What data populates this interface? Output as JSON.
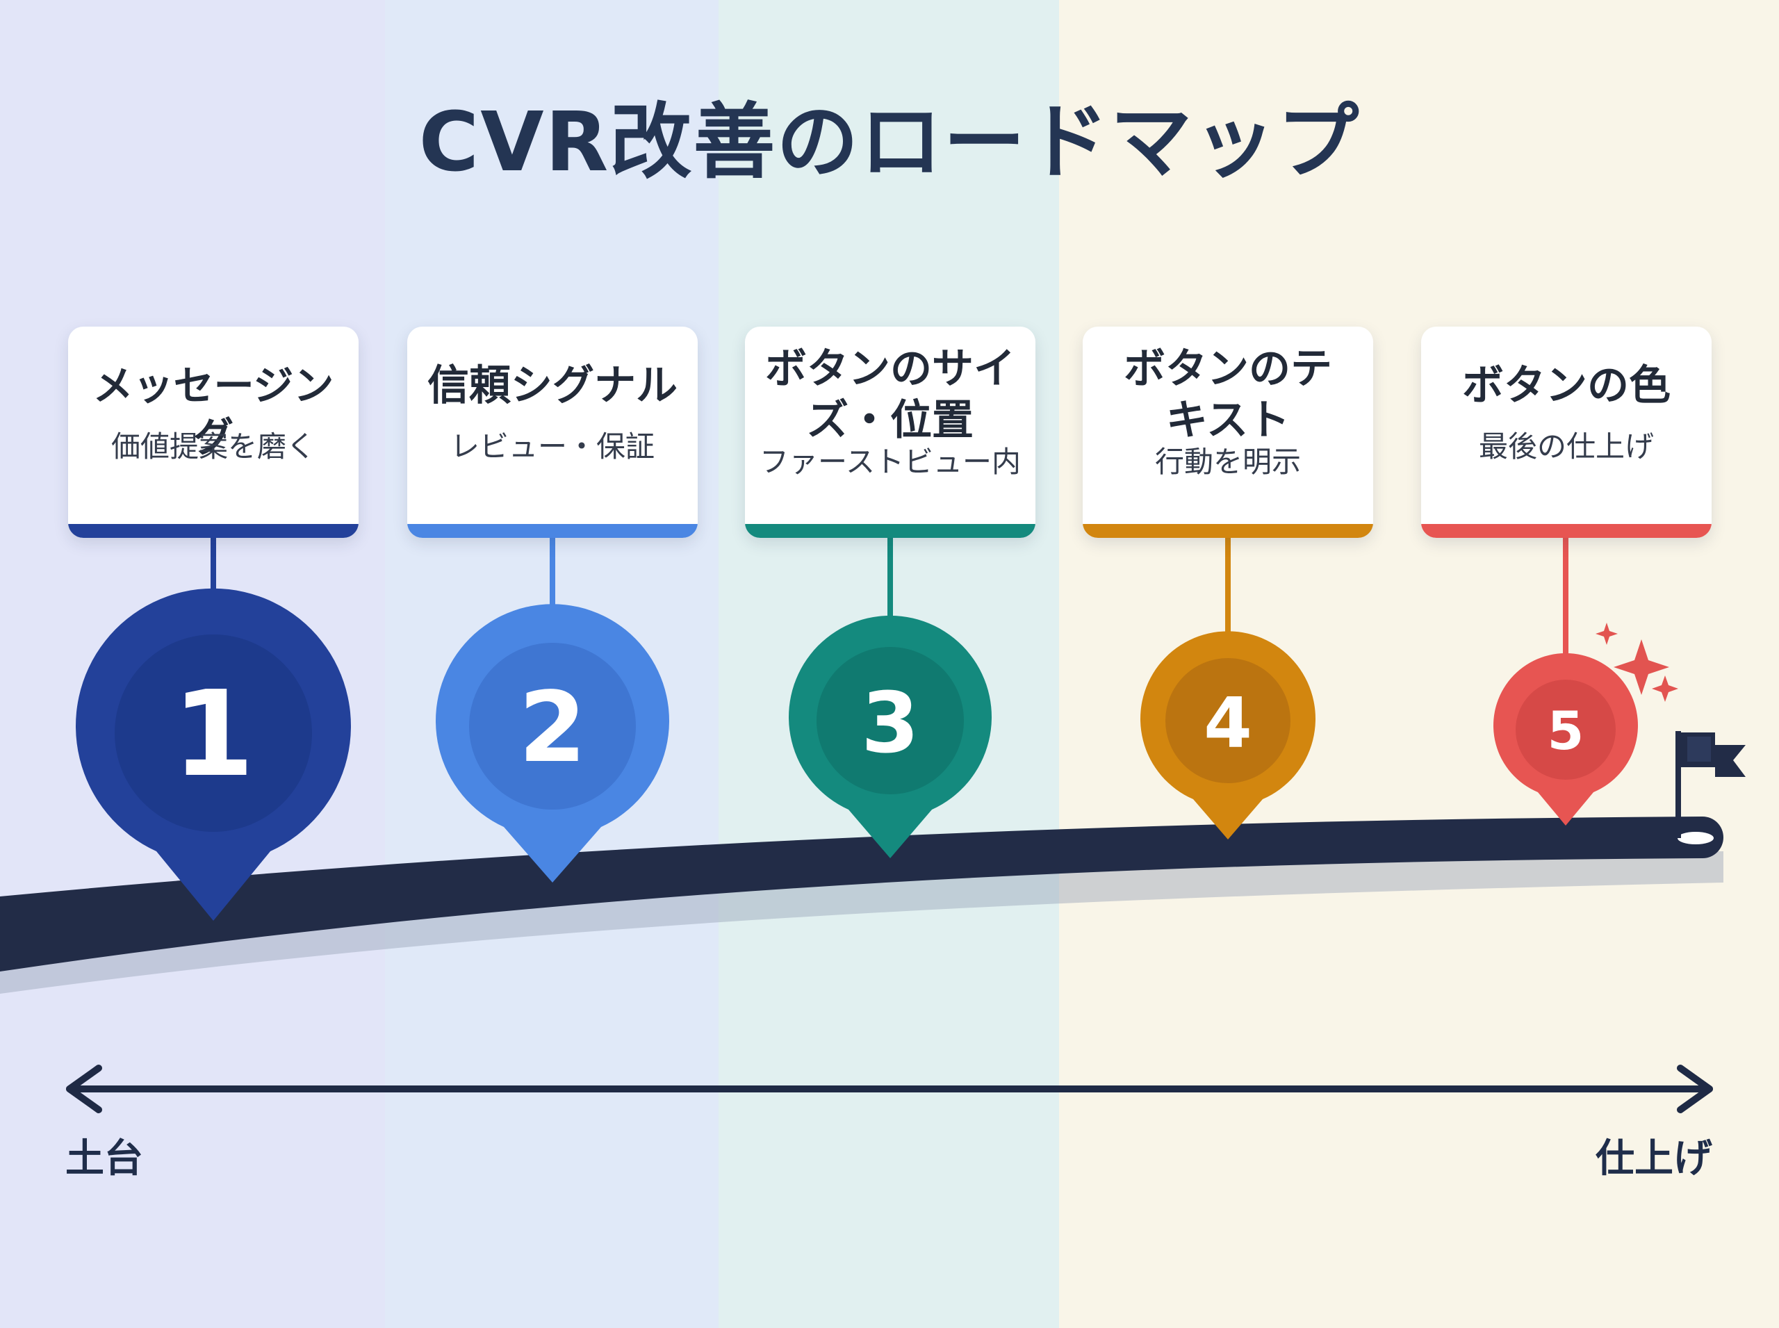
{
  "title": "CVR改善のロードマップ",
  "steps": [
    {
      "number": "1",
      "title": "メッセージング",
      "subtitle": "価値提案を磨く",
      "color": "#23419a"
    },
    {
      "number": "2",
      "title": "信頼シグナル",
      "subtitle": "レビュー・保証",
      "color": "#4a86e3"
    },
    {
      "number": "3",
      "title": "ボタンのサイ\nズ・位置",
      "subtitle": "ファーストビュー内",
      "color": "#148a7e"
    },
    {
      "number": "4",
      "title": "ボタンのテ\nキスト",
      "subtitle": "行動を明示",
      "color": "#d2860f"
    },
    {
      "number": "5",
      "title": "ボタンの色",
      "subtitle": "最後の仕上げ",
      "color": "#e75552"
    }
  ],
  "axis": {
    "start_label": "土台",
    "end_label": "仕上げ"
  },
  "colors": {
    "road": "#222c47",
    "title": "#243553"
  }
}
